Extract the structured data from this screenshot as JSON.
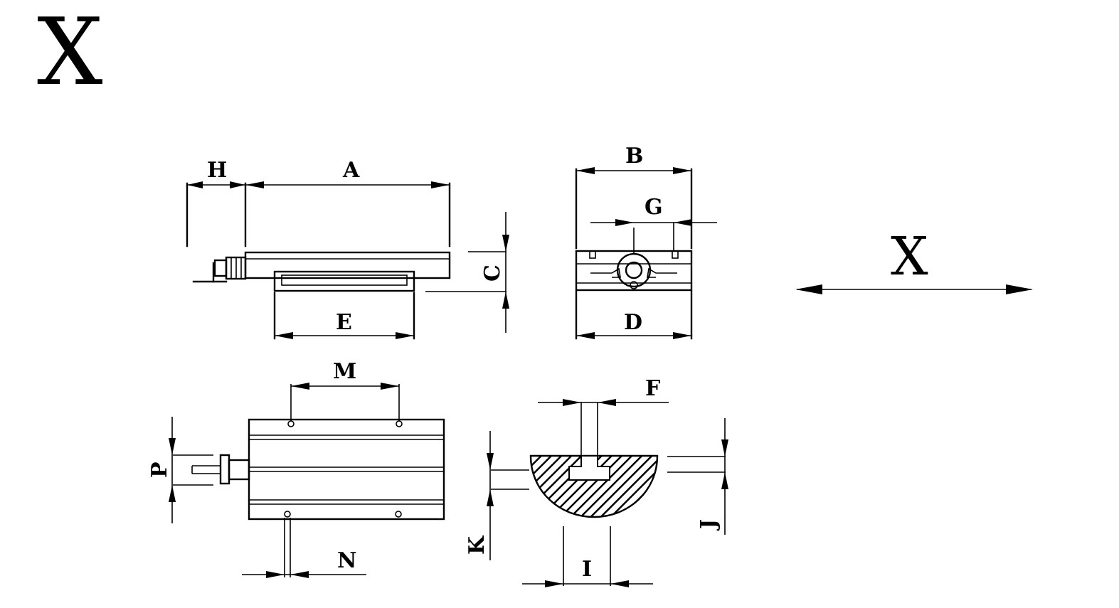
{
  "title_letter": "X",
  "direction_label": "X",
  "labels": {
    "A": "A",
    "B": "B",
    "C": "C",
    "D": "D",
    "E": "E",
    "F": "F",
    "G": "G",
    "H": "H",
    "I": "I",
    "J": "J",
    "K": "K",
    "M": "M",
    "N": "N",
    "P": "P"
  }
}
